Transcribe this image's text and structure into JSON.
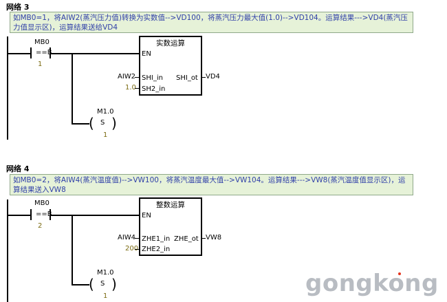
{
  "networks": [
    {
      "title": "网络 3",
      "comment": "如MB0=1，将AIW2(蒸汽压力值)转换为实数值-->VD100，将蒸汽压力最大值(1.0)-->VD104。运算结果--->VD4(蒸汽压力值显示区)，运算结果送给VD4",
      "contact": {
        "address": "MB0",
        "op": "==B",
        "value": "1"
      },
      "box": {
        "title": "实数运算",
        "en": "EN",
        "in1_label": "SHI_in",
        "in1_value": "AIW2",
        "in2_label": "SH2_in",
        "in2_value": "1.0",
        "out_label": "SHI_ot",
        "out_value": "VD4"
      },
      "coil": {
        "address": "M1.0",
        "type": "S",
        "value": "1"
      }
    },
    {
      "title": "网络 4",
      "comment": "如MB0=2，将AIW4(蒸汽温度值)-->VW100，将蒸汽温度最大值-->VW104。运算结果--->VW8(蒸汽温度值显示区)，运算结果送入VW8",
      "contact": {
        "address": "MB0",
        "op": "==B",
        "value": "2"
      },
      "box": {
        "title": "整数运算",
        "en": "EN",
        "in1_label": "ZHE1_in",
        "in1_value": "AIW4",
        "in2_label": "ZHE2_in",
        "in2_value": "200",
        "out_label": "ZHE_ot",
        "out_value": "VW8"
      },
      "coil": {
        "address": "M1.0",
        "type": "S",
        "value": "1"
      }
    }
  ],
  "watermark": "gongkong",
  "colors": {
    "comment_bg": "#e6f2d8",
    "comment_text": "#2f3fa8",
    "value_text": "#7a6a10"
  }
}
